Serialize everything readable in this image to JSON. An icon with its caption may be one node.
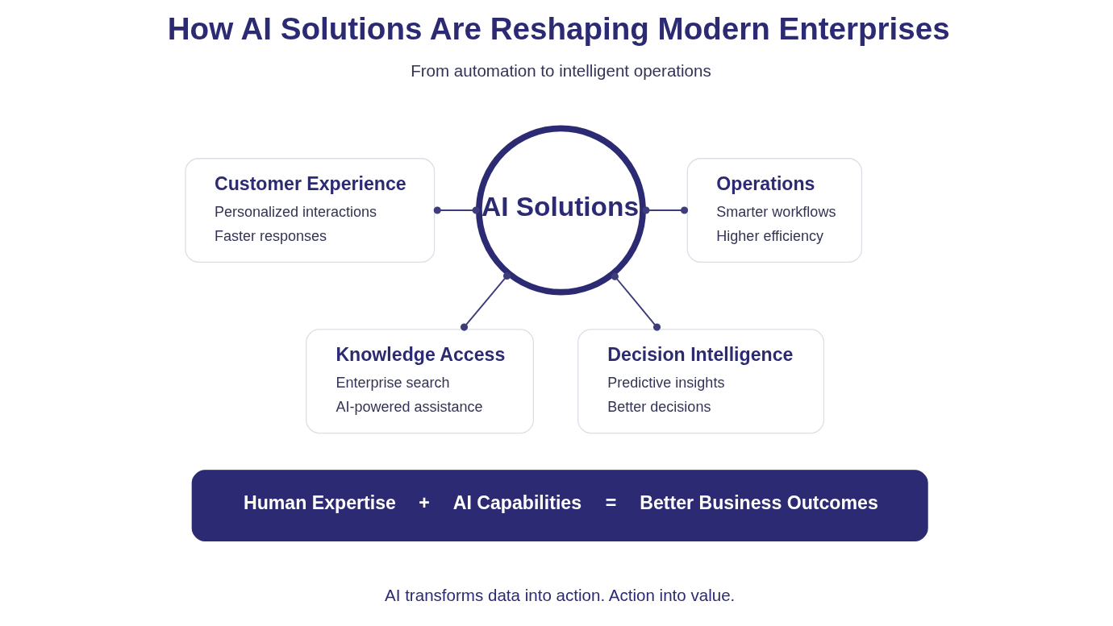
{
  "diagram": {
    "title": "How AI Solutions Are Reshaping Modern Enterprises",
    "caption": "AI transforms data into action. Action into value.",
    "nodes": [
      {
        "text": [
          "Customer Experience",
          "Personalized interactions",
          "Faster responses"
        ]
      },
      {
        "text": [
          "AI Solutions"
        ]
      },
      {
        "text": [
          "Operations",
          "Smarter workflows",
          "Higher efficiency"
        ]
      },
      {
        "text": [
          "Decision Intelligence",
          "Predictive insights",
          "Better decisions"
        ]
      },
      {
        "text": [
          "Knowledge Access",
          "Enterprise search",
          "AI-powered assistance"
        ]
      },
      {
        "text": [
          "Human Expertise",
          "+",
          "AI Capabilities",
          "=",
          "Better Business Outcomes"
        ]
      }
    ],
    "edges": [
      {
        "from": 0,
        "to": 1,
        "arrow": "other"
      },
      {
        "from": 1,
        "to": 2,
        "arrow": "other"
      },
      {
        "from": 3,
        "to": 1,
        "arrow": "other"
      },
      {
        "from": 1,
        "to": 4,
        "arrow": "other"
      }
    ],
    "labels": [
      "From automation to intelligent operations"
    ]
  }
}
